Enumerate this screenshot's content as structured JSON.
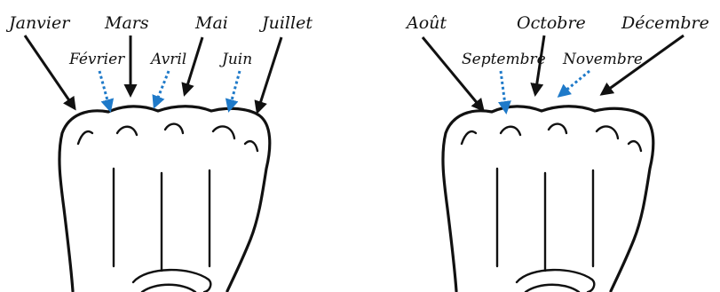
{
  "colors": {
    "solid_arrow": "#111111",
    "dotted_arrow": "#1f7ac9",
    "outline": "#111111",
    "background": "#ffffff"
  },
  "left_fist": {
    "top_labels": [
      "Janvier",
      "Mars",
      "Mai",
      "Juillet"
    ],
    "lower_labels": [
      "Février",
      "Avril",
      "Juin"
    ]
  },
  "right_fist": {
    "top_labels": [
      "Août",
      "Octobre",
      "Décembre"
    ],
    "lower_labels": [
      "Septembre",
      "Novembre"
    ]
  },
  "arrow_kinds": {
    "knuckle": "solid",
    "gap": "dotted"
  }
}
